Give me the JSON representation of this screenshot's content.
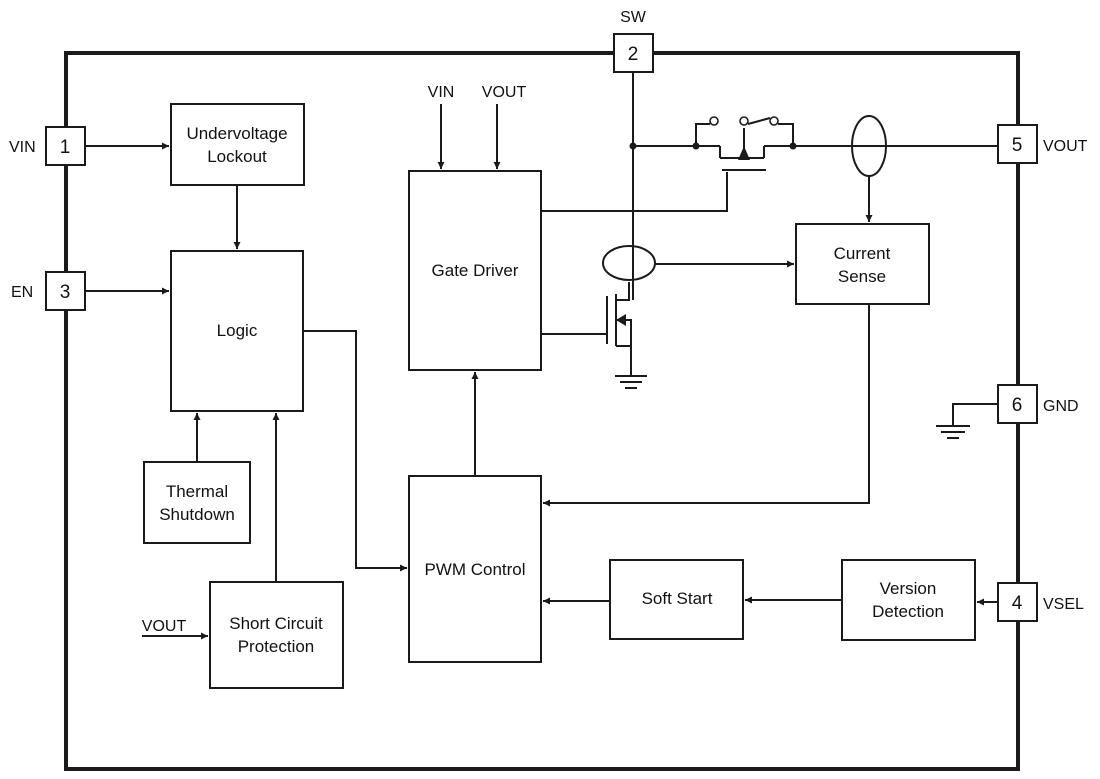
{
  "pins": {
    "vin": {
      "number": "1",
      "name": "VIN"
    },
    "sw": {
      "number": "2",
      "name": "SW"
    },
    "en": {
      "number": "3",
      "name": "EN"
    },
    "vsel": {
      "number": "4",
      "name": "VSEL"
    },
    "vout": {
      "number": "5",
      "name": "VOUT"
    },
    "gnd": {
      "number": "6",
      "name": "GND"
    }
  },
  "blocks": {
    "uvlo": [
      "Undervoltage",
      "Lockout"
    ],
    "logic": [
      "Logic"
    ],
    "thermal": [
      "Thermal",
      "Shutdown"
    ],
    "short_circuit": [
      "Short Circuit",
      "Protection"
    ],
    "gate_driver": [
      "Gate Driver"
    ],
    "pwm": [
      "PWM Control"
    ],
    "current_sense": [
      "Current",
      "Sense"
    ],
    "soft_start": [
      "Soft Start"
    ],
    "version": [
      "Version",
      "Detection"
    ]
  },
  "signals": {
    "gd_vin": "VIN",
    "gd_vout": "VOUT",
    "scp_vout": "VOUT"
  }
}
